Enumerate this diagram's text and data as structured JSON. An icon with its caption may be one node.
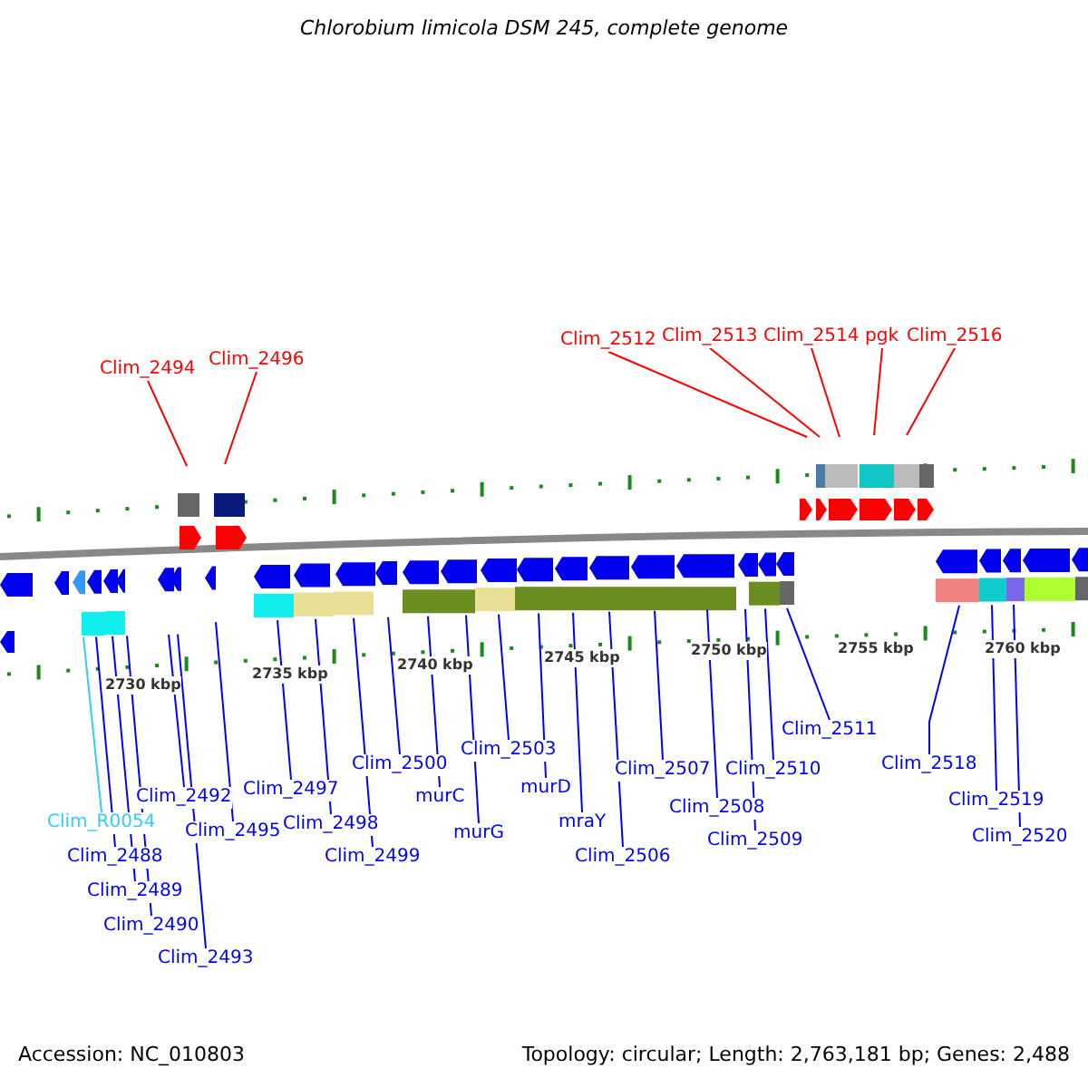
{
  "diagram": {
    "title": "Chlorobium limicola DSM 245, complete genome",
    "nodes": [
      {
        "text": [
          "Clim_2494"
        ]
      },
      {
        "text": [
          "Clim_2496"
        ]
      },
      {
        "text": [
          "Clim_2512"
        ]
      },
      {
        "text": [
          "Clim_2513"
        ]
      },
      {
        "text": [
          "Clim_2514"
        ]
      },
      {
        "text": [
          "pgk"
        ]
      },
      {
        "text": [
          "Clim_2516"
        ]
      },
      {
        "text": [
          "Clim_R0054"
        ]
      },
      {
        "text": [
          "Clim_2488"
        ]
      },
      {
        "text": [
          "Clim_2489"
        ]
      },
      {
        "text": [
          "Clim_2490"
        ]
      },
      {
        "text": [
          "Clim_2492"
        ]
      },
      {
        "text": [
          "Clim_2493"
        ]
      },
      {
        "text": [
          "Clim_2495"
        ]
      },
      {
        "text": [
          "Clim_2497"
        ]
      },
      {
        "text": [
          "Clim_2498"
        ]
      },
      {
        "text": [
          "Clim_2499"
        ]
      },
      {
        "text": [
          "Clim_2500"
        ]
      },
      {
        "text": [
          "murC"
        ]
      },
      {
        "text": [
          "murG"
        ]
      },
      {
        "text": [
          "Clim_2503"
        ]
      },
      {
        "text": [
          "murD"
        ]
      },
      {
        "text": [
          "mraY"
        ]
      },
      {
        "text": [
          "Clim_2506"
        ]
      },
      {
        "text": [
          "Clim_2507"
        ]
      },
      {
        "text": [
          "Clim_2508"
        ]
      },
      {
        "text": [
          "Clim_2509"
        ]
      },
      {
        "text": [
          "Clim_2510"
        ]
      },
      {
        "text": [
          "Clim_2511"
        ]
      },
      {
        "text": [
          "Clim_2518"
        ]
      },
      {
        "text": [
          "Clim_2519"
        ]
      },
      {
        "text": [
          "Clim_2520"
        ]
      }
    ],
    "edges": [
      {
        "from": 0,
        "to": null,
        "arrow": "none",
        "color": "#ff0000"
      },
      {
        "from": 1,
        "to": null,
        "arrow": "none",
        "color": "#ff0000"
      },
      {
        "from": 2,
        "to": null,
        "arrow": "none",
        "color": "#ff0000"
      },
      {
        "from": 3,
        "to": null,
        "arrow": "none",
        "color": "#ff0000"
      },
      {
        "from": 4,
        "to": null,
        "arrow": "none",
        "color": "#ff0000"
      },
      {
        "from": 5,
        "to": null,
        "arrow": "none",
        "color": "#ff0000"
      },
      {
        "from": 6,
        "to": null,
        "arrow": "none",
        "color": "#ff0000"
      },
      {
        "from": 7,
        "to": null,
        "arrow": "none",
        "color": "#33ccff"
      },
      {
        "from": 8,
        "to": null,
        "arrow": "none"
      },
      {
        "from": 9,
        "to": null,
        "arrow": "none"
      },
      {
        "from": 10,
        "to": null,
        "arrow": "none"
      },
      {
        "from": 11,
        "to": null,
        "arrow": "none"
      },
      {
        "from": 12,
        "to": null,
        "arrow": "none"
      },
      {
        "from": 13,
        "to": null,
        "arrow": "none"
      },
      {
        "from": 14,
        "to": null,
        "arrow": "none"
      },
      {
        "from": 15,
        "to": null,
        "arrow": "none"
      },
      {
        "from": 16,
        "to": null,
        "arrow": "none"
      },
      {
        "from": 17,
        "to": null,
        "arrow": "none"
      },
      {
        "from": 18,
        "to": null,
        "arrow": "none"
      },
      {
        "from": 19,
        "to": null,
        "arrow": "none"
      },
      {
        "from": 20,
        "to": null,
        "arrow": "none"
      },
      {
        "from": 21,
        "to": null,
        "arrow": "none"
      },
      {
        "from": 22,
        "to": null,
        "arrow": "none"
      },
      {
        "from": 23,
        "to": null,
        "arrow": "none"
      },
      {
        "from": 24,
        "to": null,
        "arrow": "none"
      },
      {
        "from": 25,
        "to": null,
        "arrow": "none"
      },
      {
        "from": 26,
        "to": null,
        "arrow": "none"
      },
      {
        "from": 27,
        "to": null,
        "arrow": "none"
      },
      {
        "from": 28,
        "to": null,
        "arrow": "none"
      },
      {
        "from": 29,
        "to": null,
        "arrow": "none"
      },
      {
        "from": 30,
        "to": null,
        "arrow": "none"
      },
      {
        "from": 31,
        "to": null,
        "arrow": "none"
      }
    ],
    "labels": [
      "2730 kbp",
      "2735 kbp",
      "2740 kbp",
      "2745 kbp",
      "2750 kbp",
      "2755 kbp",
      "2760 kbp",
      "Accession: NC_010803",
      "Topology: circular; Length: 2,763,181 bp; Genes: 2,488"
    ]
  }
}
